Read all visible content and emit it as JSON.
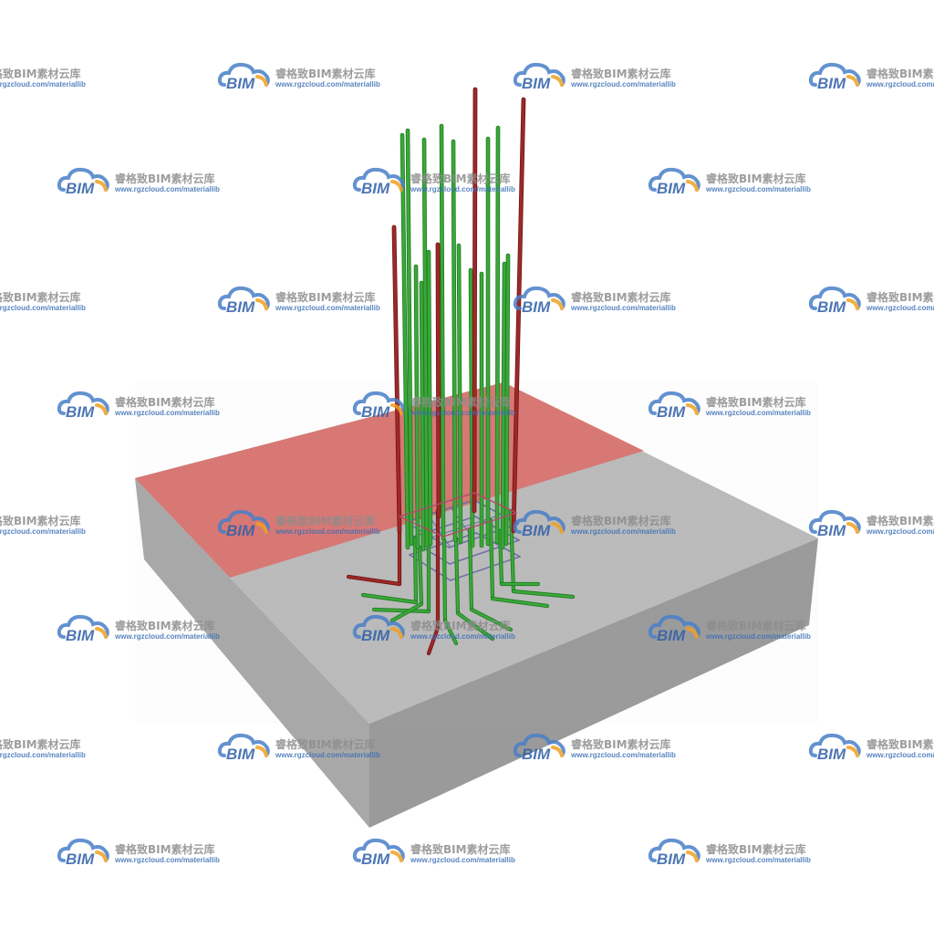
{
  "scene": {
    "subject": "isolated-footing-with-column-rebar",
    "colors": {
      "background": "#ffffff",
      "concrete_top": "#b9b9b9",
      "concrete_left": "#a9a9a9",
      "concrete_right": "#9c9c9c",
      "highlight_plane": "#d9726f",
      "rebar_green": "#3aa83a",
      "rebar_green_dark": "#1f7a1f",
      "rebar_red": "#a02828",
      "rebar_red_dark": "#6e1414",
      "stirrup": "#6a6aa6"
    }
  },
  "watermark": {
    "logo_text": "BIM",
    "brand": "睿格致BIM素材云库",
    "url": "www.rgzcloud.com/materiallib",
    "logo_colors": {
      "cloud": "#4a7fc8",
      "accent": "#f0a020",
      "text": "#2e5fa8"
    }
  }
}
